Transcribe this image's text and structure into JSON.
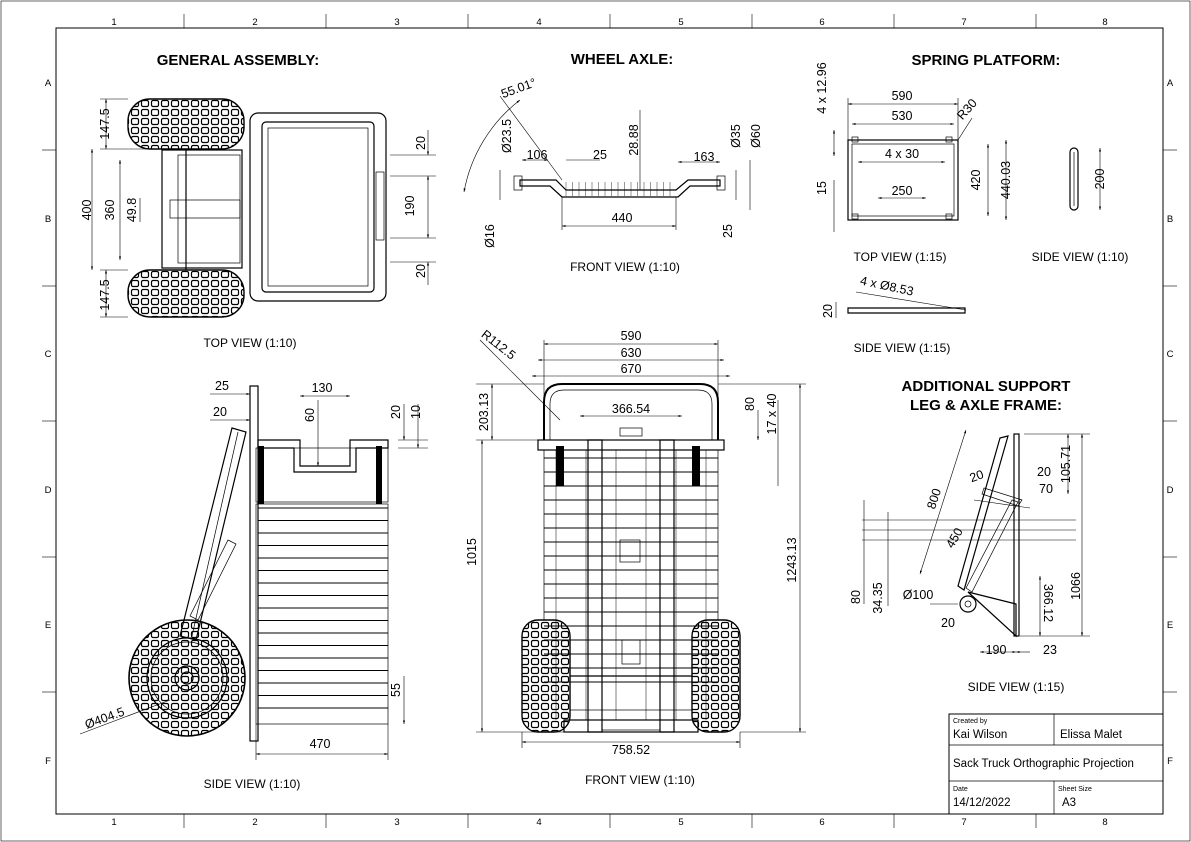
{
  "sheet": {
    "col_refs": [
      "1",
      "2",
      "3",
      "4",
      "5",
      "6",
      "7",
      "8"
    ],
    "row_refs": [
      "A",
      "B",
      "C",
      "D",
      "E",
      "F"
    ]
  },
  "titles": {
    "general_assembly": "GENERAL ASSEMBLY:",
    "wheel_axle": "WHEEL AXLE:",
    "spring_platform": "SPRING PLATFORM:",
    "additional_support_1": "ADDITIONAL SUPPORT",
    "additional_support_2": "LEG & AXLE FRAME:"
  },
  "captions": {
    "ga_top": "TOP VIEW (1:10)",
    "axle_front": "FRONT VIEW (1:10)",
    "sp_top": "TOP VIEW (1:15)",
    "sp_side_a": "SIDE VIEW (1:10)",
    "sp_side_b": "SIDE VIEW (1:15)",
    "side_main": "SIDE VIEW (1:10)",
    "front_main": "FRONT VIEW (1:10)",
    "support_side": "SIDE VIEW (1:15)"
  },
  "dims": {
    "ga_top": [
      "147.5",
      "400",
      "360",
      "49.8",
      "147.5",
      "20",
      "190",
      "20"
    ],
    "axle": [
      "55.01°",
      "Ø23.5",
      "106",
      "25",
      "28.88",
      "163",
      "Ø35",
      "Ø60",
      "Ø16",
      "440",
      "25"
    ],
    "sp_top": [
      "4 x 12.96",
      "590",
      "530",
      "R30",
      "4 x 30",
      "15",
      "250",
      "420",
      "440.03",
      "200"
    ],
    "sp_side": [
      "4 x Ø8.53",
      "20"
    ],
    "side": [
      "25",
      "130",
      "20",
      "60",
      "20",
      "10",
      "Ø404.5",
      "55",
      "470"
    ],
    "front": [
      "R112.5",
      "590",
      "630",
      "670",
      "366.54",
      "203.13",
      "80",
      "17 x 40",
      "1015",
      "1243.13",
      "758.52"
    ],
    "support": [
      "800",
      "20",
      "20",
      "70",
      "105.71",
      "450",
      "80",
      "34.35",
      "Ø100",
      "366.12",
      "1066",
      "20",
      "190",
      "23"
    ]
  },
  "title_block": {
    "created_by_label": "Created by",
    "created_by": "Kai Wilson",
    "checked_by": "Elissa Malet",
    "title": "Sack Truck Orthographic Projection",
    "date_label": "Date",
    "date": "14/12/2022",
    "size_label": "Sheet Size",
    "size": "A3"
  }
}
